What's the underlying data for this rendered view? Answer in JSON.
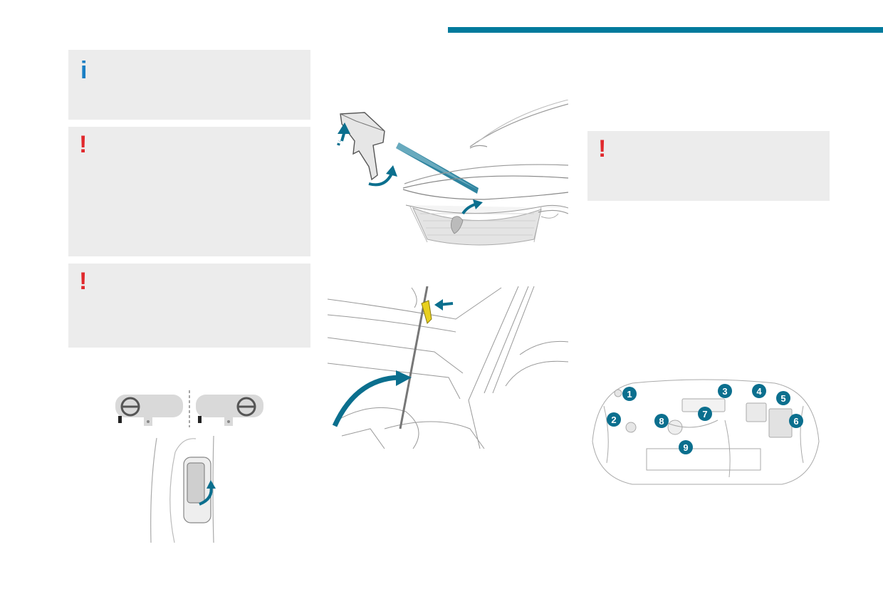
{
  "header": {
    "accent_color": "#007a9c"
  },
  "notes": {
    "info": {
      "icon": "info-icon",
      "glyph": "i",
      "color": "#1a7fc4"
    },
    "warning_1": {
      "icon": "warning-icon",
      "glyph": "!",
      "color": "#e0282c"
    },
    "warning_2": {
      "icon": "warning-icon",
      "glyph": "!",
      "color": "#e0282c"
    },
    "warning_3": {
      "icon": "warning-icon",
      "glyph": "!",
      "color": "#e0282c"
    }
  },
  "illustrations": {
    "accent_color": "#0b6f8e",
    "rod_color": "#e8d01e",
    "engine_callouts": [
      "1",
      "2",
      "3",
      "4",
      "5",
      "6",
      "7",
      "8",
      "9"
    ]
  }
}
